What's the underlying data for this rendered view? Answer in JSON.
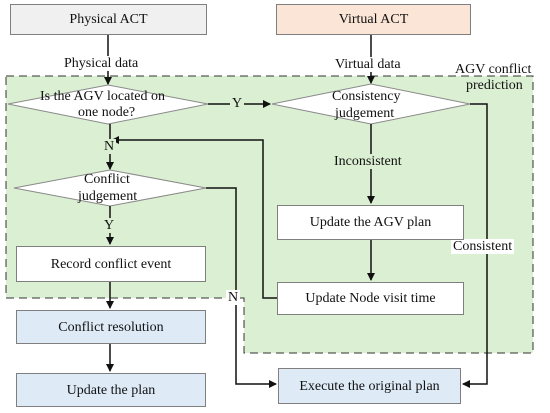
{
  "nodes": {
    "physical_act": "Physical ACT",
    "virtual_act": "Virtual ACT",
    "located_on_node_line1": "Is the AGV located on",
    "located_on_node_line2": "one node?",
    "consistency_line1": "Consistency",
    "consistency_line2": "judgement",
    "conflict_line1": "Conflict",
    "conflict_line2": "judgement",
    "record_conflict": "Record conflict event",
    "update_agv_plan": "Update the AGV plan",
    "update_node_visit": "Update Node visit time",
    "conflict_resolution": "Conflict resolution",
    "update_plan": "Update the  plan",
    "execute_original": "Execute the original plan"
  },
  "labels": {
    "physical_data": "Physical data",
    "virtual_data": "Virtual data",
    "region_title_line1": "AGV conflict",
    "region_title_line2": "prediction",
    "yes_right": "Y",
    "no_down": "N",
    "inconsistent": "Inconsistent",
    "yes_down": "Y",
    "no_right": "N",
    "consistent": "Consistent"
  },
  "colors": {
    "region_fill": "#dbefd2",
    "physical_box": "#f0f0f0",
    "virtual_box": "#fbe5d6",
    "result_box": "#deebf7"
  }
}
